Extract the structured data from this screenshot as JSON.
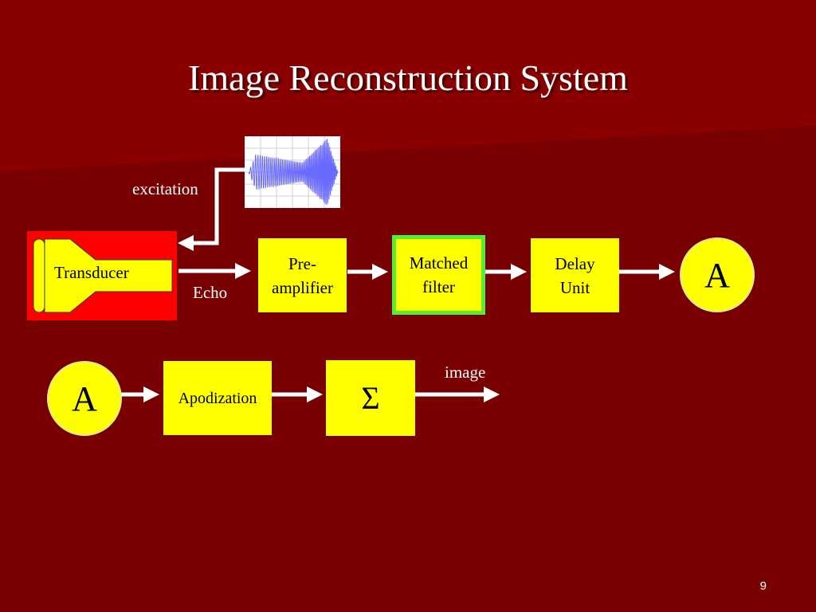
{
  "slide": {
    "title": "Image Reconstruction System",
    "page_number": "9"
  },
  "diagram": {
    "transducer_label": "Transducer",
    "excitation_label": "excitation",
    "echo_label": "Echo",
    "preamp_label_line1": "Pre-",
    "preamp_label_line2": "amplifier",
    "matched_label_line1": "Matched",
    "matched_label_line2": "filter",
    "delay_label_line1": "Delay",
    "delay_label_line2": "Unit",
    "connector_a_top": "A",
    "connector_a_bottom": "A",
    "apodization_label": "Apodization",
    "sum_label": "Σ",
    "image_label": "image"
  },
  "colors": {
    "background": "#780000",
    "box_fill": "#ffff00",
    "transducer_fill": "#ff0000",
    "matched_border": "#55ee33",
    "arrow": "#ffffff",
    "waveform": "#6a6aff"
  }
}
